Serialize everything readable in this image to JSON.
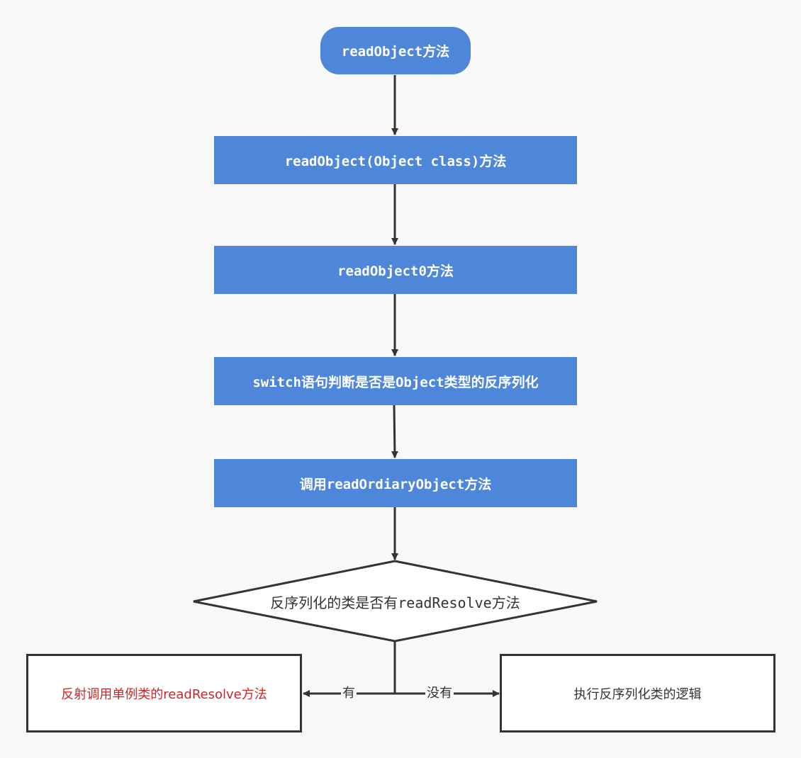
{
  "diagram": {
    "start": "readObject方法",
    "step1": "readObject(Object class)方法",
    "step2": "readObject0方法",
    "step3": "switch语句判断是否是Object类型的反序列化",
    "step4": "调用readOrdiaryObject方法",
    "decision": "反序列化的类是否有readResolve方法",
    "yes_label": "有",
    "no_label": "没有",
    "yes_result": "反射调用单例类的readResolve方法",
    "no_result": "执行反序列化类的逻辑"
  },
  "colors": {
    "box_fill": "#4e86d9",
    "box_text": "#ffffff",
    "yes_result_text": "#c62828",
    "line": "#333333"
  }
}
